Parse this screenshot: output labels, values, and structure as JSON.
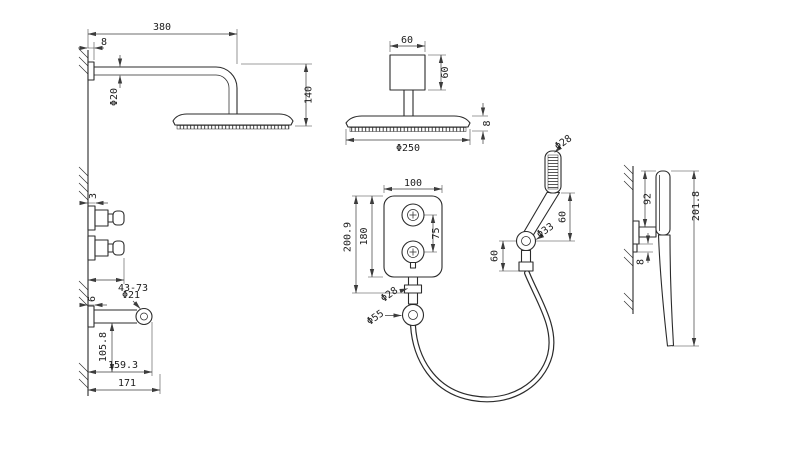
{
  "views": {
    "rain_shower_side": {
      "arm_length": "380",
      "wall_flange": "8",
      "pipe_dia": "Φ20",
      "head_drop": "140",
      "valve_flange": "3",
      "valve_depth": "43-73",
      "spout_dia": "Φ21",
      "spout_flange": "6",
      "spout_height": "105.8",
      "spout_reach_a": "159.3",
      "spout_reach_b": "171"
    },
    "head_front": {
      "flange_w": "60",
      "flange_h": "60",
      "head_dia": "Φ250",
      "head_thk": "8"
    },
    "mixer_front": {
      "plate_w": "100",
      "handle_span": "75",
      "plate_h": "180",
      "overall_h": "200.9",
      "outlet_dia": "Φ28",
      "rosette_dia": "Φ55"
    },
    "handset_front": {
      "head_dia": "Φ28",
      "span_upper": "60",
      "span_lower": "60",
      "bracket_dia": "Φ33"
    },
    "handset_side": {
      "head_len": "92",
      "overall_len": "201.8",
      "plate_thk": "8"
    }
  }
}
